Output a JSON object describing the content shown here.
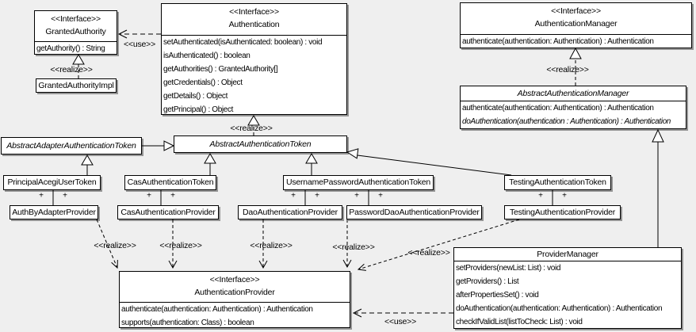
{
  "labels": {
    "interface_stereotype": "<<Interface>>",
    "realize": "<<realize>>",
    "use": "<<use>>",
    "plus": "+"
  },
  "classes": {
    "granted_authority": {
      "stereotype": "<<Interface>>",
      "name": "GrantedAuthority",
      "methods": [
        "getAuthority() : String"
      ]
    },
    "granted_authority_impl": {
      "name": "GrantedAuthorityImpl"
    },
    "authentication": {
      "stereotype": "<<Interface>>",
      "name": "Authentication",
      "methods": [
        "setAuthenticated(isAuthenticated: boolean) : void",
        "isAuthenticated() : boolean",
        "getAuthorities() : GrantedAuthority[]",
        "getCredentials() : Object",
        "getDetails() : Object",
        "getPrincipal() : Object"
      ]
    },
    "authentication_manager": {
      "stereotype": "<<Interface>>",
      "name": "AuthenticationManager",
      "methods": [
        "authenticate(authentication: Authentication) : Authentication"
      ]
    },
    "abstract_authentication_manager": {
      "name": "AbstractAuthenticationManager",
      "methods": [
        "authenticate(authentication: Authentication) : Authentication",
        "doAuthentication(authentication : Authentication) : Authentication"
      ]
    },
    "abstract_adapter_authentication_token": {
      "name": "AbstractAdapterAuthenticationToken"
    },
    "abstract_authentication_token": {
      "name": "AbstractAuthenticationToken"
    },
    "principal_acegi_user_token": {
      "name": "PrincipalAcegiUserToken"
    },
    "cas_authentication_token": {
      "name": "CasAuthenticationToken"
    },
    "username_password_authentication_token": {
      "name": "UsernamePasswordAuthenticationToken"
    },
    "testing_authentication_token": {
      "name": "TestingAuthenticationToken"
    },
    "auth_by_adapter_provider": {
      "name": "AuthByAdapterProvider"
    },
    "cas_authentication_provider": {
      "name": "CasAuthenticationProvider"
    },
    "dao_authentication_provider": {
      "name": "DaoAuthenticationProvider"
    },
    "password_dao_authentication_provider": {
      "name": "PasswordDaoAuthenticationProvider"
    },
    "testing_authentication_provider": {
      "name": "TestingAuthenticationProvider"
    },
    "authentication_provider": {
      "stereotype": "<<Interface>>",
      "name": "AuthenticationProvider",
      "methods": [
        "authenticate(authentication: Authentication) : Authentication",
        "supports(authentication: Class) : boolean"
      ]
    },
    "provider_manager": {
      "name": "ProviderManager",
      "methods": [
        "setProviders(newList: List) : void",
        "getProviders() : List",
        "afterPropertiesSet() : void",
        "doAuthentication(authentication: Authentication) : Authentication",
        "checkIfValidList(listToCheck: List) : void"
      ]
    }
  }
}
